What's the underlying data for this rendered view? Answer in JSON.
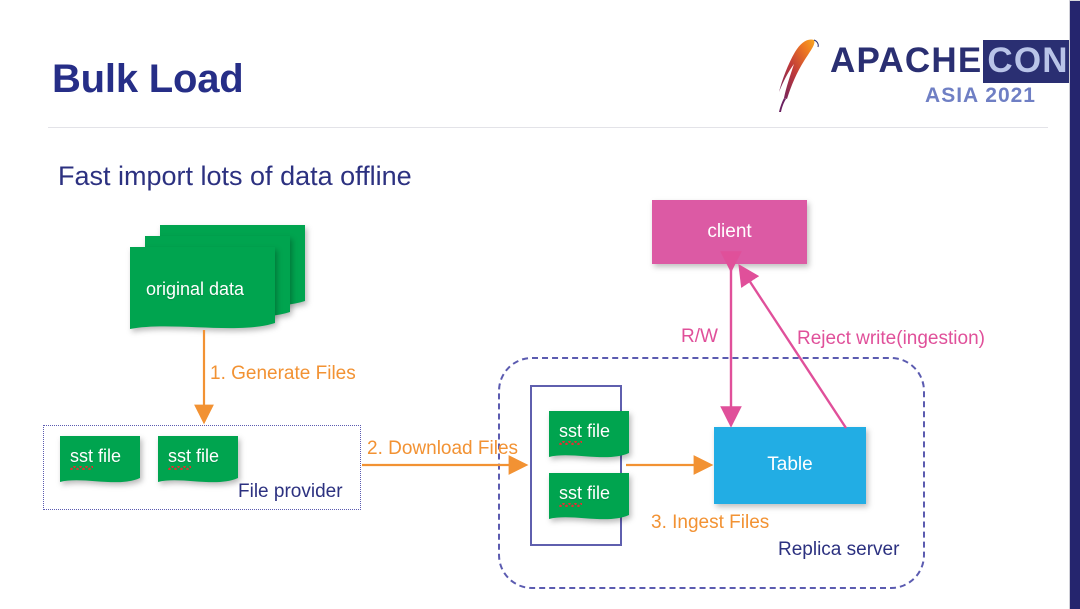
{
  "slide": {
    "title": "Bulk Load",
    "subtitle": "Fast import lots of data offline"
  },
  "logo": {
    "apache": "APACHE",
    "con": "CON",
    "asia": "ASIA 2021",
    "feather_icon": "apache-feather-icon"
  },
  "diagram": {
    "original_data": "original data",
    "file_provider_label": "File provider",
    "file_provider_files": [
      "sst file",
      "sst file"
    ],
    "replica_files": [
      "sst file",
      "sst file"
    ],
    "replica_label": "Replica server",
    "table": "Table",
    "client": "client",
    "steps": [
      "1. Generate Files",
      "2. Download Files",
      "3. Ingest Files"
    ],
    "rw_label": "R/W",
    "reject_label": "Reject write(ingestion)"
  },
  "colors": {
    "title_navy": "#262E87",
    "subtitle_navy": "#2C3180",
    "green": "#00A44F",
    "orange": "#F29233",
    "pink": "#DC5AA4",
    "blue": "#22ADE4",
    "dashed_purple": "#5B5BB0",
    "edge_bar_navy": "#25256E"
  }
}
